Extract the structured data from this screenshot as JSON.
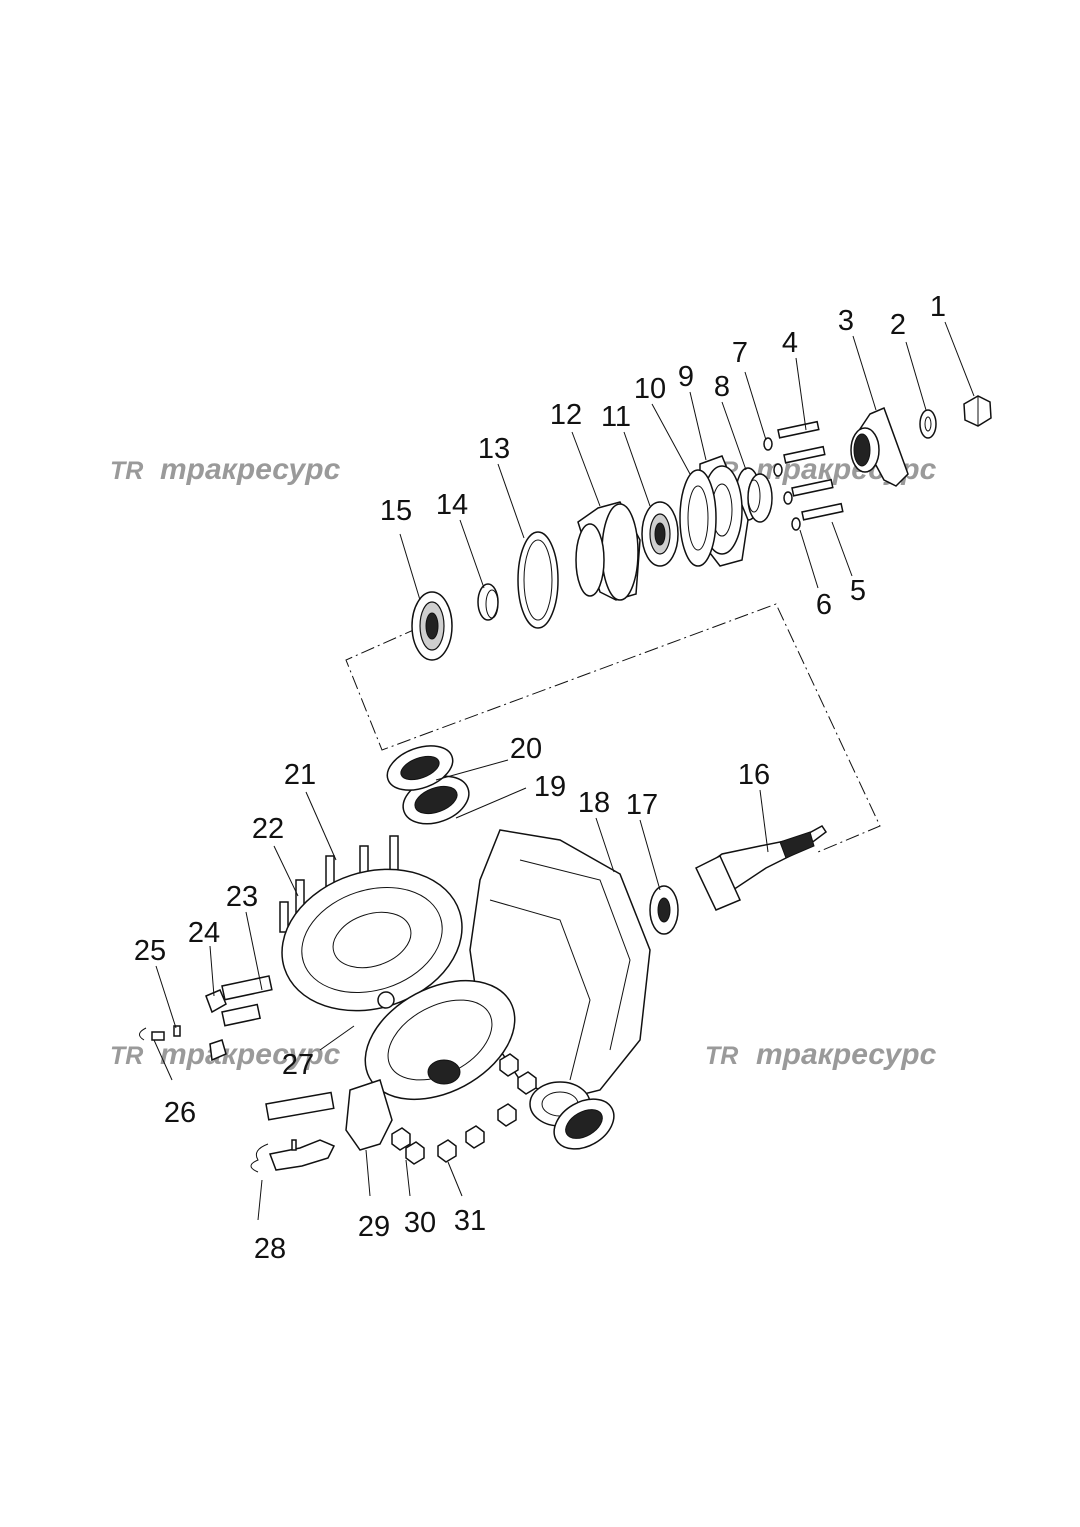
{
  "watermark": {
    "logo": "TR",
    "text": "тракресурс"
  },
  "part_labels": [
    "1",
    "2",
    "3",
    "4",
    "5",
    "6",
    "7",
    "8",
    "9",
    "10",
    "11",
    "12",
    "13",
    "14",
    "15",
    "16",
    "17",
    "18",
    "19",
    "20",
    "21",
    "22",
    "23",
    "24",
    "25",
    "26",
    "27",
    "28",
    "29",
    "30",
    "31"
  ]
}
